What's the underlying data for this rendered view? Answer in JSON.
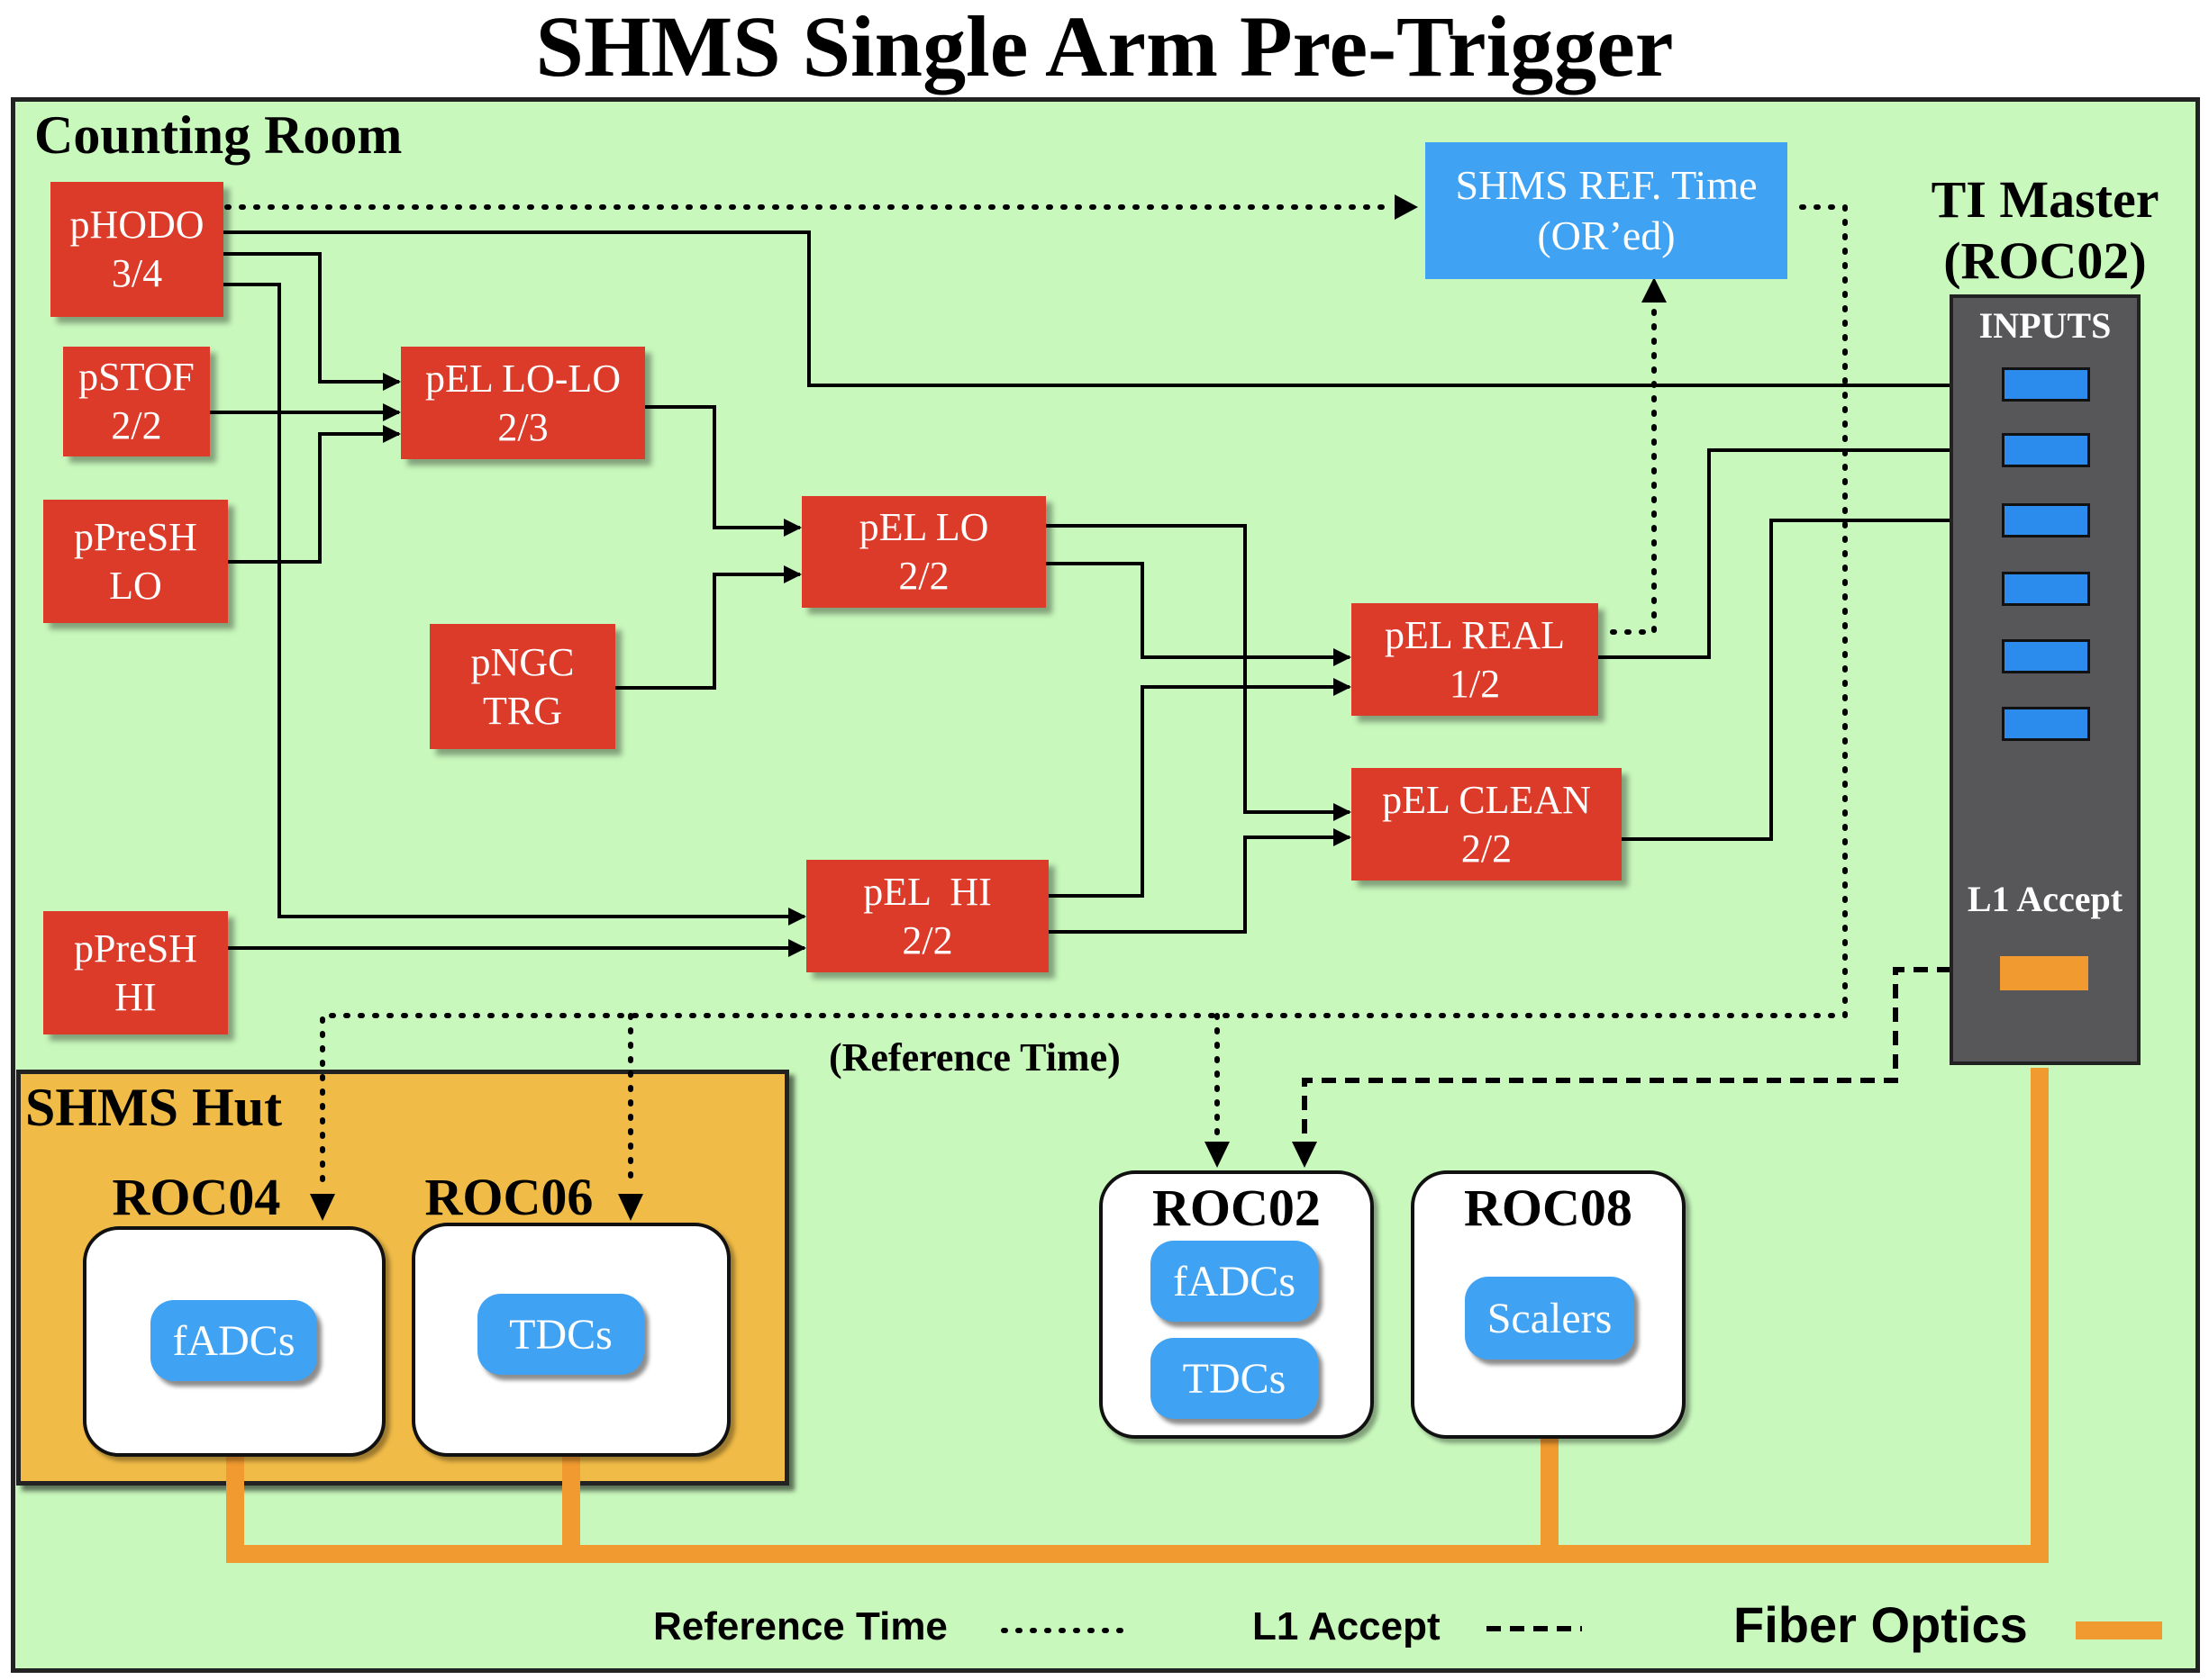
{
  "title": "SHMS Single Arm Pre-Trigger",
  "regions": {
    "counting_room": "Counting Room",
    "shms_hut": "SHMS Hut"
  },
  "nodes": {
    "phodo": "pHODO\n3/4",
    "pstof": "pSTOF\n2/2",
    "ppresh_lo": "pPreSH\nLO",
    "ppresh_hi": "pPreSH\nHI",
    "pngc": "pNGC\nTRG",
    "pel_lolo": "pEL LO-LO\n2/3",
    "pel_lo": "pEL LO\n2/2",
    "pel_hi": "pEL  HI\n2/2",
    "pel_real": "pEL REAL\n1/2",
    "pel_clean": "pEL CLEAN\n2/2",
    "shms_ref_time": "SHMS REF. Time\n(OR’ed)"
  },
  "ti_master": {
    "title_line1": "TI Master",
    "title_line2": "(ROC02)",
    "inputs_label": "INPUTS",
    "l1_label": "L1 Accept"
  },
  "reference_time_label": "(Reference Time)",
  "rocs": {
    "roc04": {
      "label": "ROC04",
      "modules": [
        "fADCs"
      ]
    },
    "roc06": {
      "label": "ROC06",
      "modules": [
        "TDCs"
      ]
    },
    "roc02": {
      "label": "ROC02",
      "modules": [
        "fADCs",
        "TDCs"
      ]
    },
    "roc08": {
      "label": "ROC08",
      "modules": [
        "Scalers"
      ]
    }
  },
  "legend": {
    "reference_time": "Reference Time",
    "l1_accept": "L1 Accept",
    "fiber_optics": "Fiber Optics"
  },
  "colors": {
    "background_panel": "#c8f8bc",
    "hut_panel": "#f0bb47",
    "logic_box": "#dd3b2a",
    "module": "#3fa2f2",
    "ti_panel": "#57575a",
    "fiber": "#f09a30"
  }
}
